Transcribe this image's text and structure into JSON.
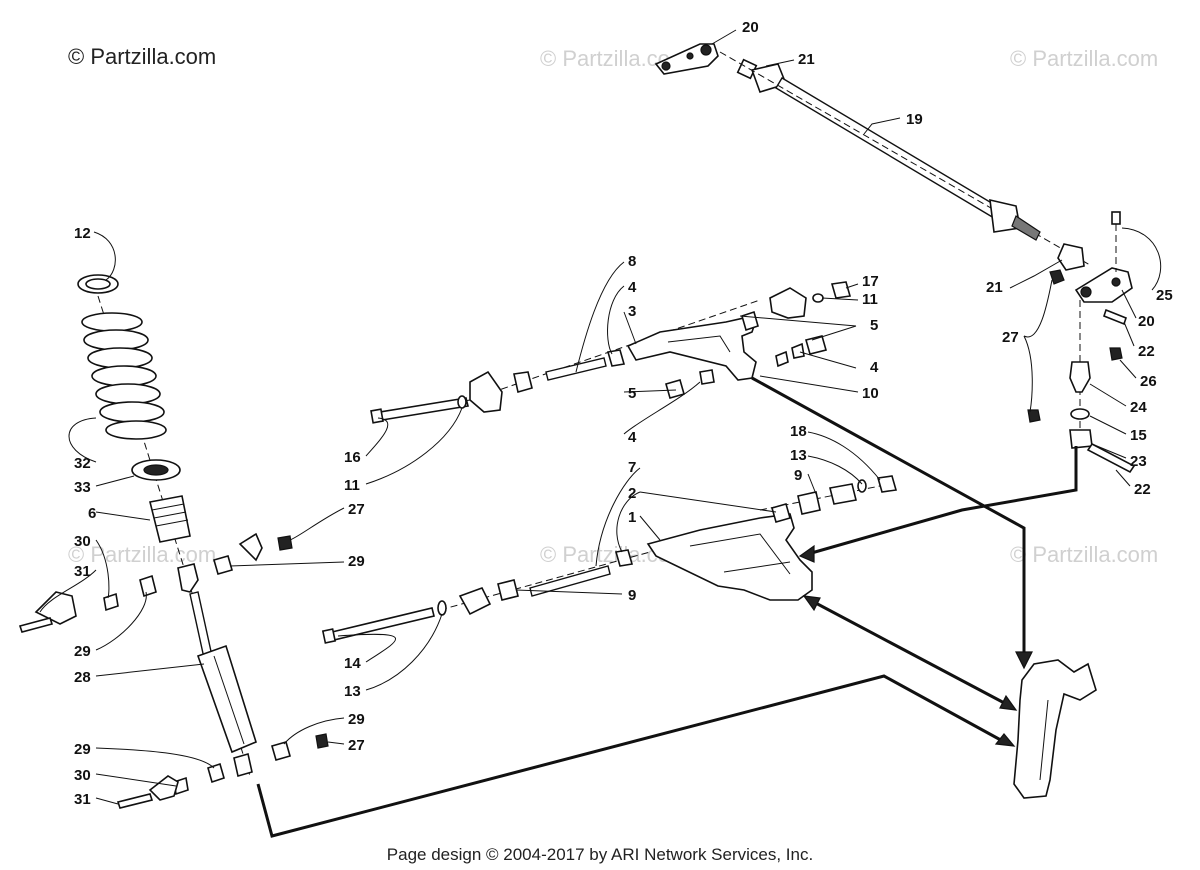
{
  "watermarks": {
    "main": "© Partzilla.com",
    "faint": "© Partzilla.com",
    "faint_short": "© Partzilla.co"
  },
  "footer": "Page design © 2004-2017 by ARI Network Services, Inc.",
  "callouts": {
    "c20_top": "20",
    "c21_top": "21",
    "c19": "19",
    "c21_right": "21",
    "c25": "25",
    "c20_right": "20",
    "c22_right": "22",
    "c26": "26",
    "c24": "24",
    "c15": "15",
    "c23": "23",
    "c22_bottom": "22",
    "c27_right": "27",
    "c8": "8",
    "c4_upper": "4",
    "c3": "3",
    "c17": "17",
    "c11_right": "11",
    "c5_right": "5",
    "c4_mid": "4",
    "c10": "10",
    "c5_left": "5",
    "c4_low": "4",
    "c16": "16",
    "c11_left": "11",
    "c18": "18",
    "c13_right": "13",
    "c9_right": "9",
    "c7": "7",
    "c2": "2",
    "c1": "1",
    "c9_low": "9",
    "c14": "14",
    "c13_left": "13",
    "c12": "12",
    "c32": "32",
    "c33": "33",
    "c6": "6",
    "c27_mid": "27",
    "c29_mid": "29",
    "c30_top": "30",
    "c31_top": "31",
    "c29_left": "29",
    "c28": "28",
    "c29_shock": "29",
    "c27_low": "27",
    "c29_bot": "29",
    "c30_bot": "30",
    "c31_bot": "31"
  }
}
